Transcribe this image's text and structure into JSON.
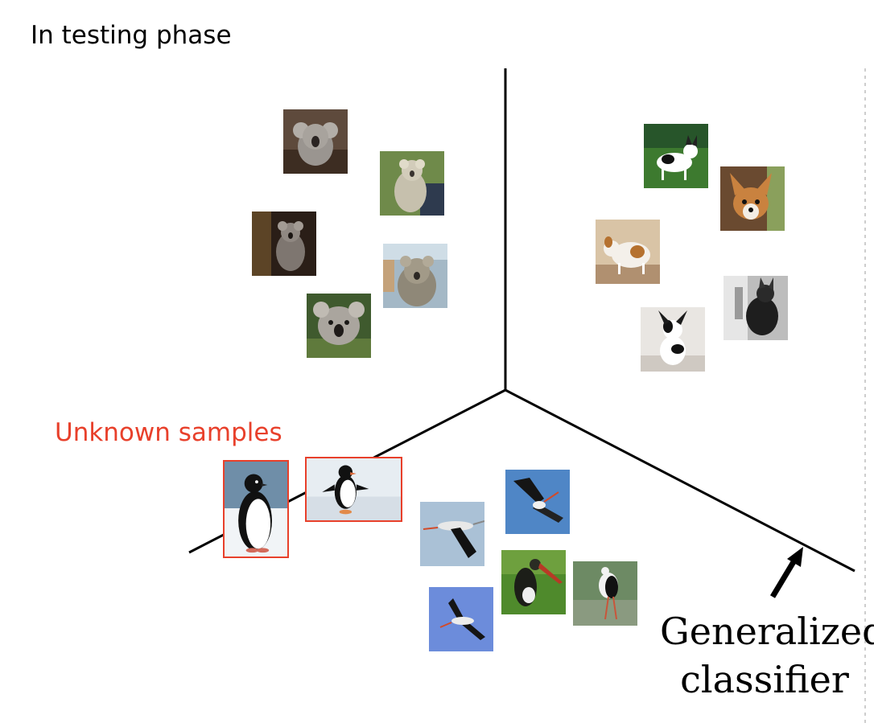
{
  "title": "In testing phase",
  "unknown": {
    "label": "Unknown samples",
    "color": "#e8402b"
  },
  "classifier": {
    "line1": "Generalized",
    "line2": "classifier"
  },
  "clusters": {
    "koala": {
      "count": 5,
      "icon": "koala-photo"
    },
    "dog": {
      "count": 5,
      "icon": "chihuahua-photo"
    },
    "stork": {
      "count": 5,
      "icon": "stork-photo"
    },
    "penguin": {
      "count": 2,
      "icon": "penguin-photo",
      "highlighted": true
    }
  },
  "colors": {
    "axis": "#000000",
    "divider": "#bdbdbd"
  }
}
